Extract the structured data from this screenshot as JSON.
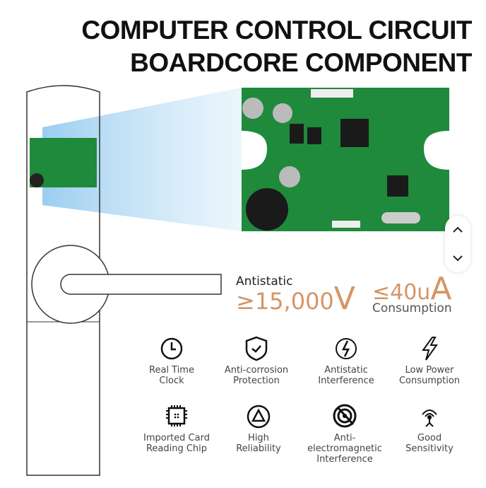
{
  "title": {
    "line1": "COMPUTER CONTROL CIRCUIT",
    "line2": "BOARDCORE COMPONENT"
  },
  "specs": {
    "antistatic_label": "Antistatic",
    "antistatic_value": "≥15,000",
    "antistatic_unit": "V",
    "current_value": "≤40u",
    "current_unit": "A",
    "current_label": "Consumption"
  },
  "features": [
    {
      "line1": "Real Time",
      "line2": "Clock",
      "icon": "clock-icon"
    },
    {
      "line1": "Anti-corrosion",
      "line2": "Protection",
      "icon": "shield-check-icon"
    },
    {
      "line1": "Antistatic",
      "line2": "Interference",
      "icon": "antistatic-icon"
    },
    {
      "line1": "Low Power",
      "line2": "Consumption",
      "icon": "lightning-icon"
    },
    {
      "line1": "Imported Card",
      "line2": "Reading Chip",
      "icon": "chip-icon"
    },
    {
      "line1": "High",
      "line2": "Reliability",
      "icon": "triangle-icon"
    },
    {
      "line1": "Anti-electromagnetic",
      "line2": "Interference",
      "icon": "emi-icon"
    },
    {
      "line1": "Good",
      "line2": "Sensitivity",
      "icon": "antenna-icon"
    }
  ],
  "colors": {
    "accent": "#d49566",
    "board": "#1f8a3c"
  }
}
